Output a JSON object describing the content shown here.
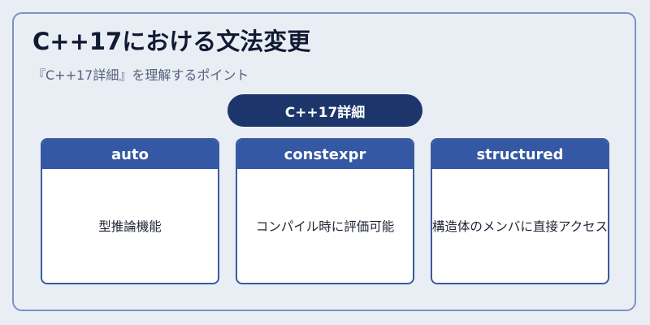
{
  "title": "C++17における文法変更",
  "subtitle": "『C++17詳細』を理解するポイント",
  "root": {
    "label": "C++17詳細"
  },
  "cards": [
    {
      "header": "auto",
      "body": "型推論機能"
    },
    {
      "header": "constexpr",
      "body": "コンパイル時に評価可能"
    },
    {
      "header": "structured",
      "body": "構造体のメンバに直接アクセス"
    }
  ]
}
